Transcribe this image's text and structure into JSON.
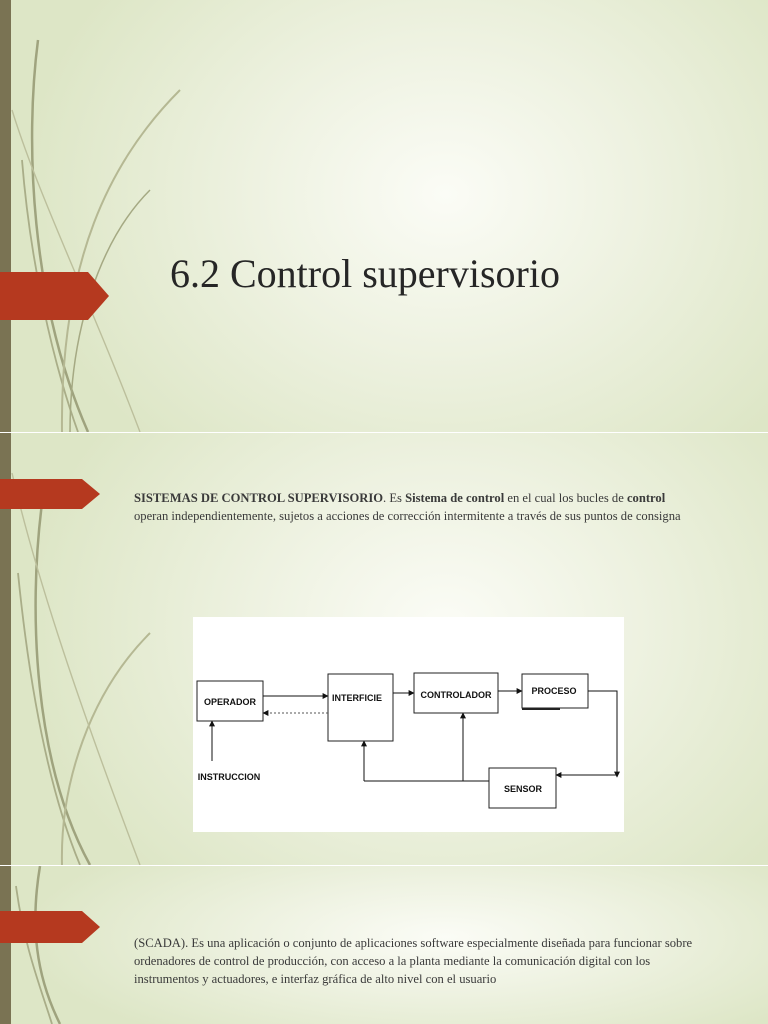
{
  "slide1": {
    "title": "6.2 Control supervisorio"
  },
  "slide2": {
    "paragraph": {
      "term1": "SISTEMAS DE CONTROL SUPERVISORIO",
      "t1": ". Es ",
      "term2": "Sistema de control",
      "t2": " en el cual los bucles de ",
      "term3": "control",
      "t3": " operan independientemente, sujetos a acciones de corrección intermitente a través de sus puntos de consigna"
    },
    "diagram": {
      "operador": "OPERADOR",
      "interficie": "INTERFICIE",
      "controlador": "CONTROLADOR",
      "proceso": "PROCESO",
      "sensor": "SENSOR",
      "instruccion": "INSTRUCCION"
    }
  },
  "slide3": {
    "paragraph": "(SCADA). Es una aplicación o conjunto de aplicaciones software especialmente diseñada para funcionar sobre ordenadores de control de producción, con acceso a la planta mediante la comunicación digital con los instrumentos y actuadores, e interfaz gráfica de alto nivel con el usuario"
  },
  "colors": {
    "accent": "#b5391f",
    "side_bar": "#7a7353",
    "swirl": "#9fa37e"
  }
}
